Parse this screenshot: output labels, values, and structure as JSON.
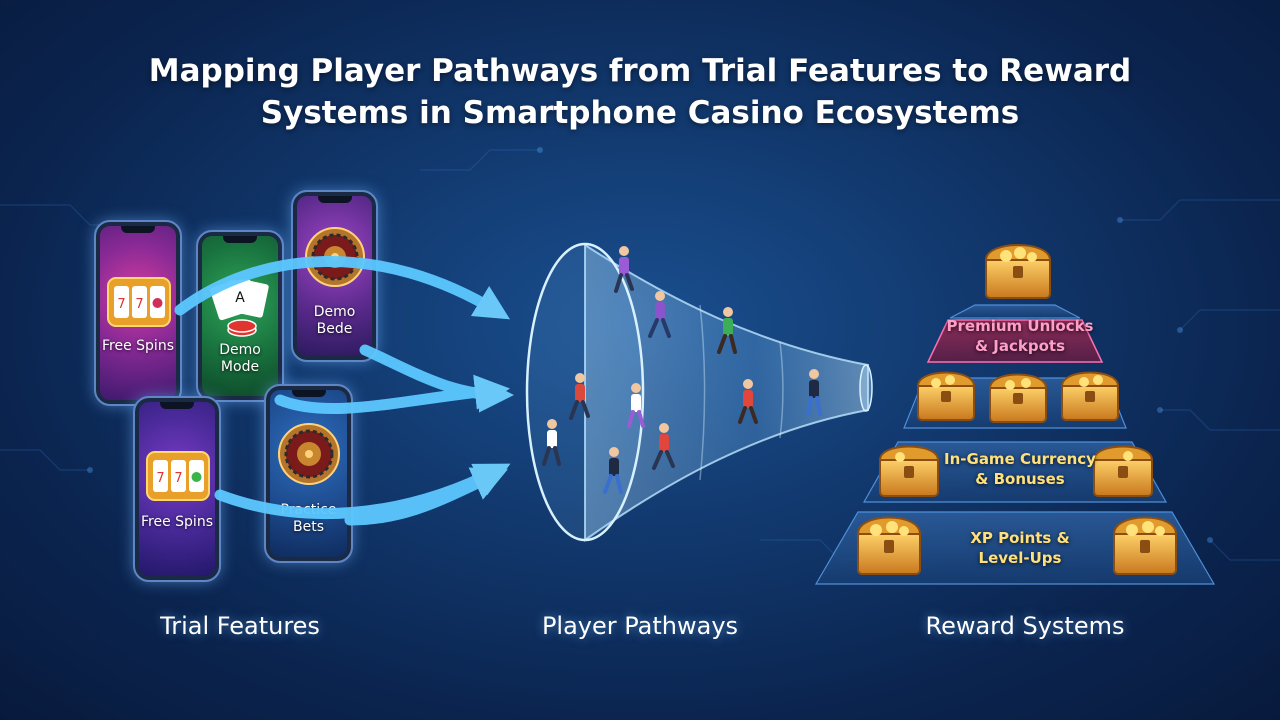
{
  "title": {
    "line1": "Mapping Player Pathways from Trial Features to Reward",
    "line2": "Systems in Smartphone Casino Ecosystems"
  },
  "sections": {
    "trial": "Trial Features",
    "pathways": "Player Pathways",
    "rewards": "Reward Systems"
  },
  "phones": {
    "free_spins_1": "Free Spins",
    "demo_mode": "Demo Mode",
    "demo_bede_line1": "Demo",
    "demo_bede_line2": "Bede",
    "free_spins_2": "Free Spins",
    "practice_line1": "Practice",
    "practice_line2": "Bets"
  },
  "tiers": {
    "premium_line1": "Premium Unlocks",
    "premium_line2": "& Jackpots",
    "currency_line1": "In-Game Currency",
    "currency_line2": "& Bonuses",
    "xp_line1": "XP Points &",
    "xp_line2": "Level-Ups"
  },
  "colors": {
    "background": "#0b2550",
    "arrow": "#5cc8ff",
    "funnel": "#9fd6ff",
    "gold": "#f2b531",
    "premium_text": "#ff9ec8",
    "tier_text": "#ffe07a"
  }
}
